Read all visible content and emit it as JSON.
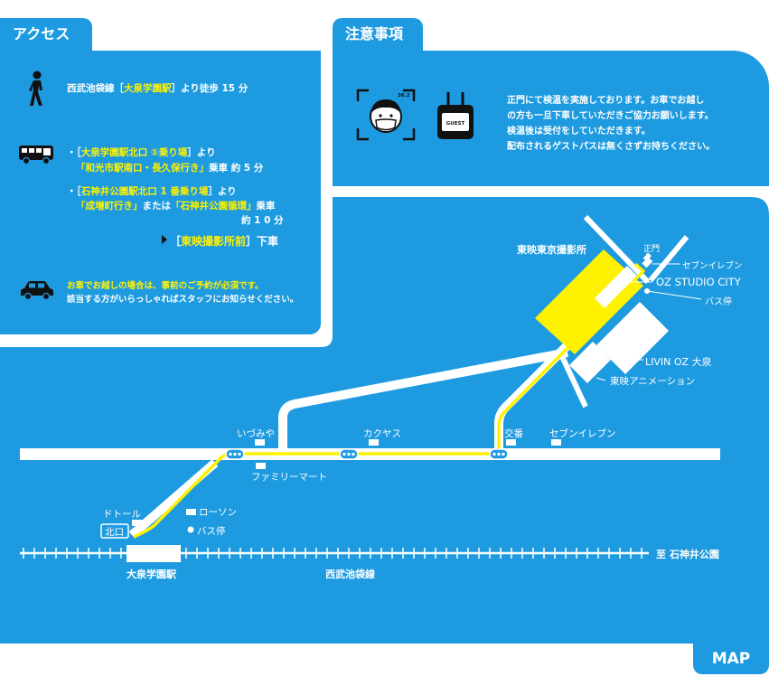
{
  "access": {
    "tab": "アクセス",
    "walk": {
      "pre": "西武池袋線［",
      "station": "大泉学園駅",
      "post": "］より徒歩 15 分"
    },
    "bus1": {
      "line1_pre": "・［",
      "line1_hl": "大泉学園駅北口 ①乗り場",
      "line1_post": "］より",
      "line2_hl": "「和光市駅南口・長久保行き」",
      "line2_post": "乗車 約 5 分"
    },
    "bus2": {
      "line1_pre": "・［",
      "line1_hl": "石神井公園駅北口 1 番乗り場",
      "line1_post": "］より",
      "line2_hl1": "「成増町行き」",
      "line2_mid": "または",
      "line2_hl2": "「石神井公園循環」",
      "line2_post": "乗車",
      "line3": "約 1 0 分"
    },
    "getoff": {
      "pre": "［",
      "hl": "東映撮影所前",
      "post": "］下車"
    },
    "car": {
      "line1_hl": "お車でお越しの場合は、事前のご予約が必須です。",
      "line2": "該当する方がいらっしゃればスタッフにお知らせください。"
    }
  },
  "notice": {
    "tab": "注意事項",
    "temp": "36.2",
    "guest": "GUEST",
    "lines": [
      "正門にて検温を実施しております。お車でお越し",
      "の方も一旦下車していただきご協力お願いします。",
      "検温後は受付をしていただきます。",
      "配布されるゲストパスは無くさずお持ちください。"
    ]
  },
  "map": {
    "tab": "MAP",
    "labels": {
      "toei": "東映東京撮影所",
      "seimon": "正門",
      "seven_top": "セブンイレブン",
      "oz": "OZ STUDIO CITY",
      "bus_stop_top": "バス停",
      "livin": "LIVIN OZ 大泉",
      "toei_anim": "東映アニメーション",
      "izumiya": "いづみや",
      "kakuyasu": "カクヤス",
      "koban": "交番",
      "seven_mid": "セブンイレブン",
      "family": "ファミリーマート",
      "doutor": "ドトール",
      "kitaguchi": "北口",
      "lawson": "ローソン",
      "bus_stop": "バス停",
      "station": "大泉学園駅",
      "line": "西武池袋線",
      "to": "至 石神井公園"
    }
  },
  "colors": {
    "blue": "#1e9be0",
    "yellow": "#fff200",
    "white": "#ffffff"
  }
}
